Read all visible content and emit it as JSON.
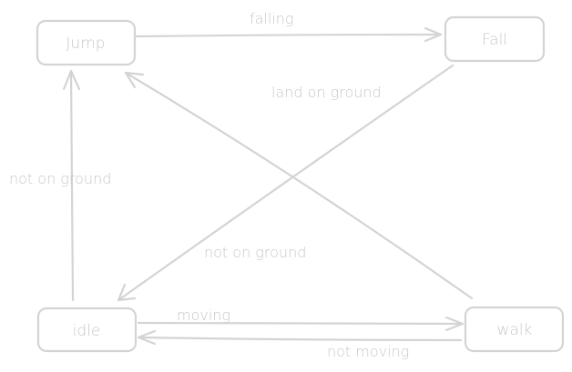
{
  "states": {
    "jump": "Jump",
    "fall": "Fall",
    "idle": "idle",
    "walk": "walk"
  },
  "transitions": {
    "jump_to_fall": "falling",
    "fall_to_idle": "land on ground",
    "idle_to_jump": "not on ground",
    "walk_to_jump": "not on ground",
    "idle_to_walk": "moving",
    "walk_to_idle": "not moving"
  },
  "colors": {
    "stroke": "#d4d4d4",
    "text": "#c8c8c8",
    "background": "#ffffff"
  }
}
